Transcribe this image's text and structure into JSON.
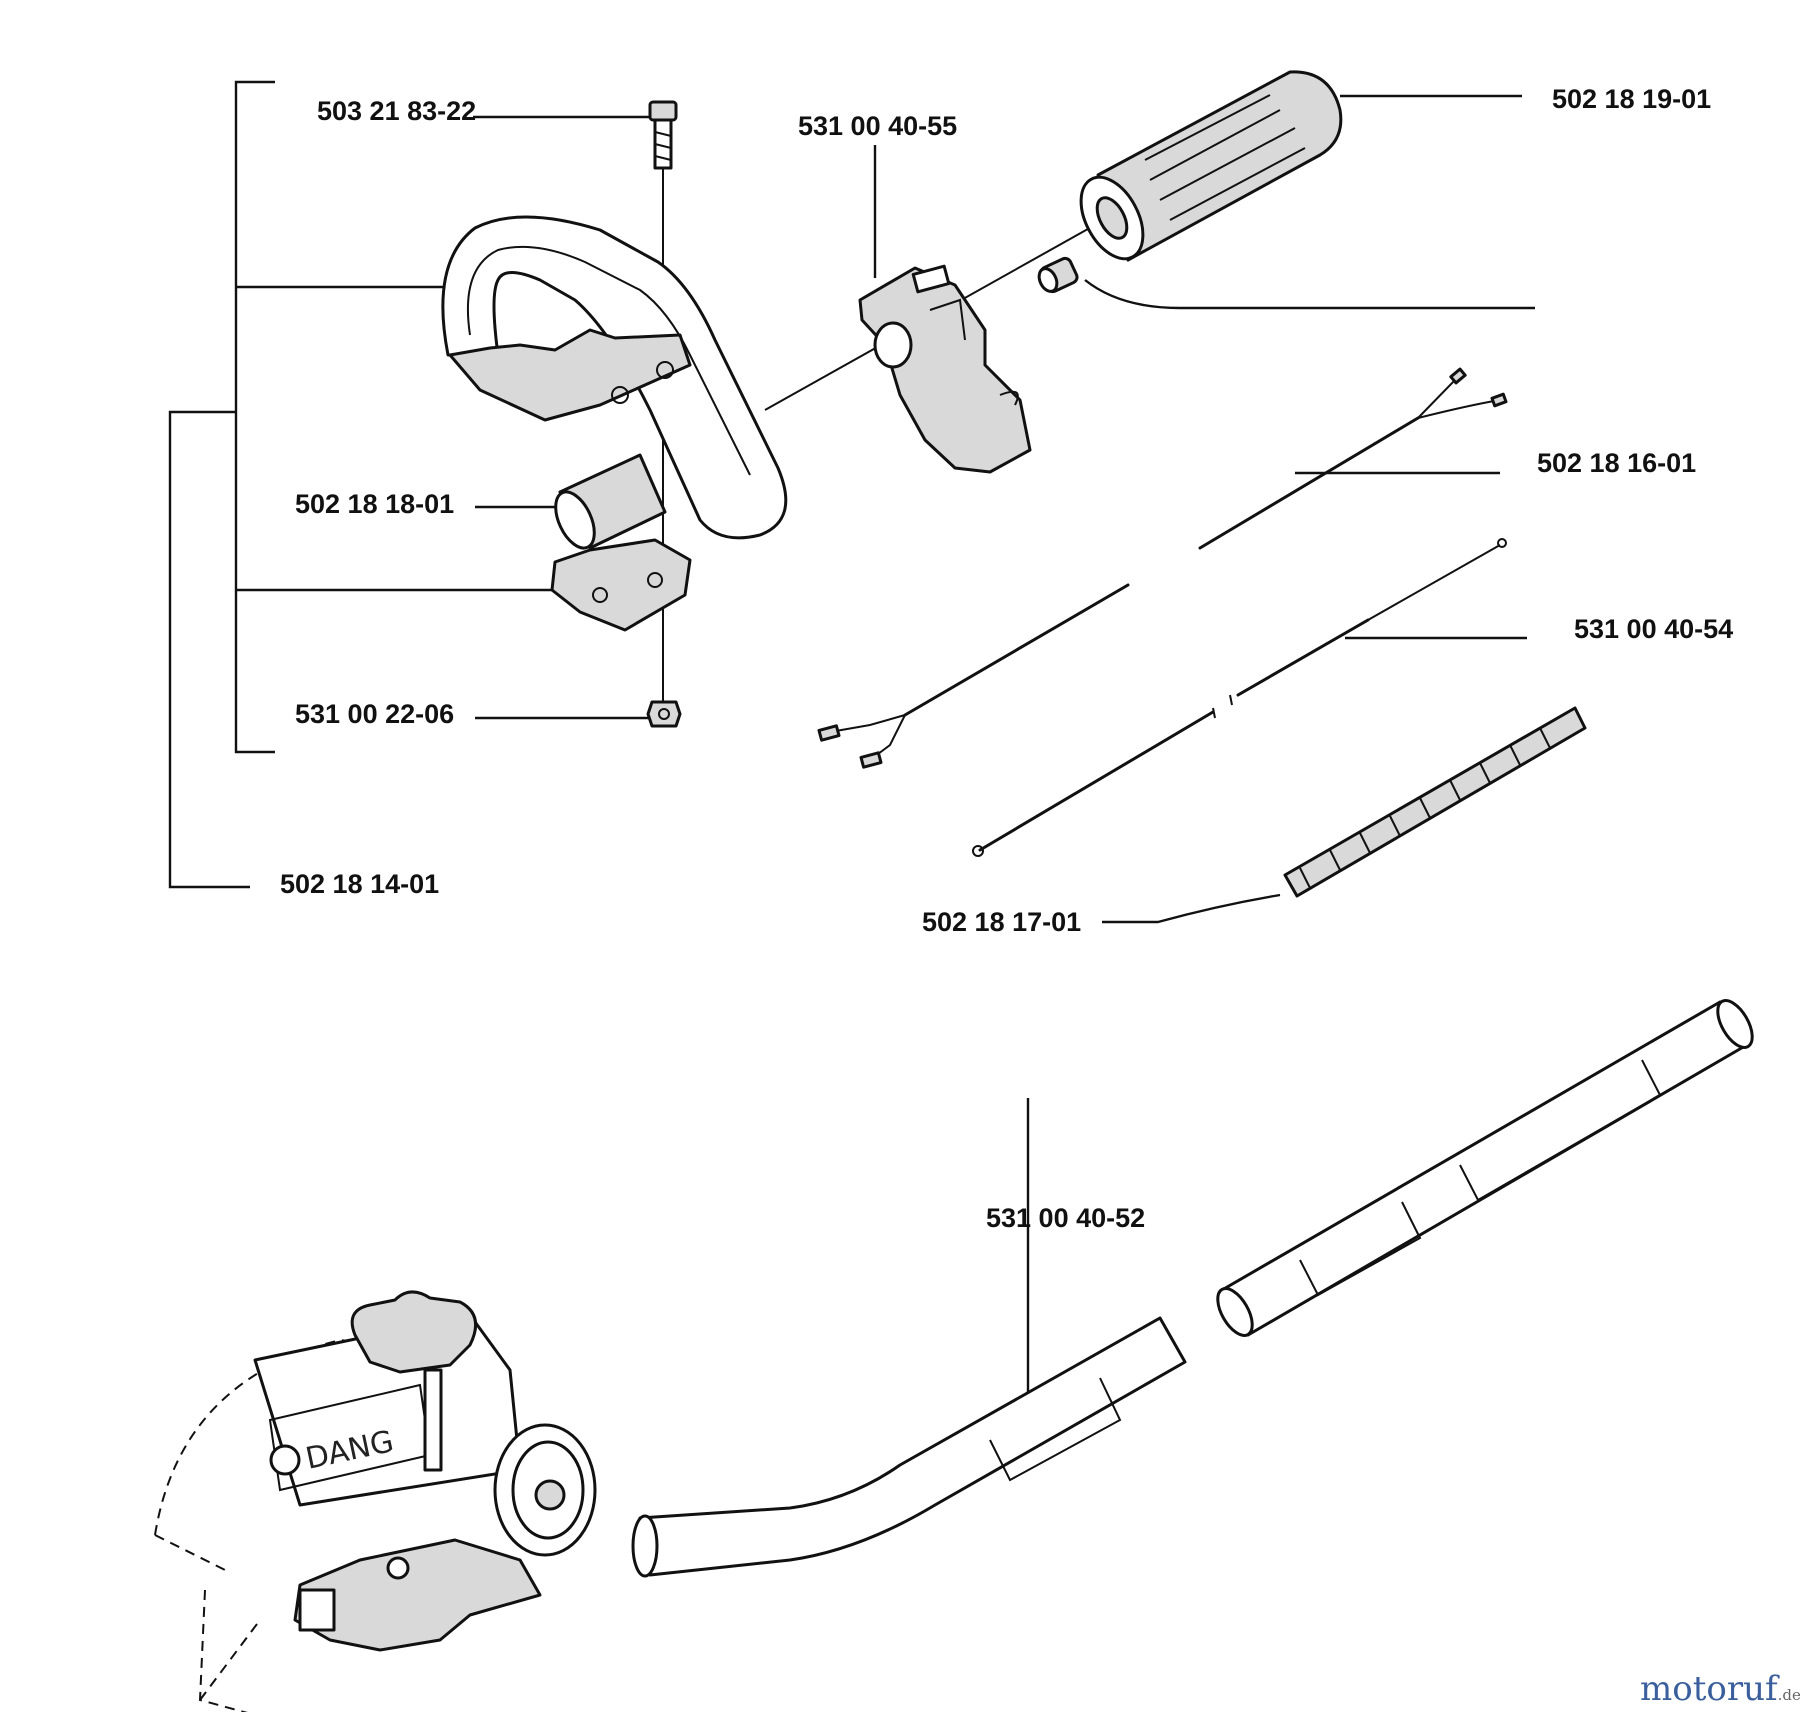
{
  "labels": {
    "bolt": "503 21 83-22",
    "control_housing": "531 00 40-55",
    "throttle_grip": "502 18 19-01",
    "front_handle_foam": "502 18 18-01",
    "cable_16": "502 18 16-01",
    "throttle_cable": "531 00 40-54",
    "nut": "531 00 22-06",
    "handle_kit": "502 18 14-01",
    "spring": "502 18 17-01",
    "shaft_tube": "531 00 40-52"
  },
  "edger_brand": "DANG",
  "watermark": {
    "main": "motoruf",
    "suffix": ".de"
  }
}
